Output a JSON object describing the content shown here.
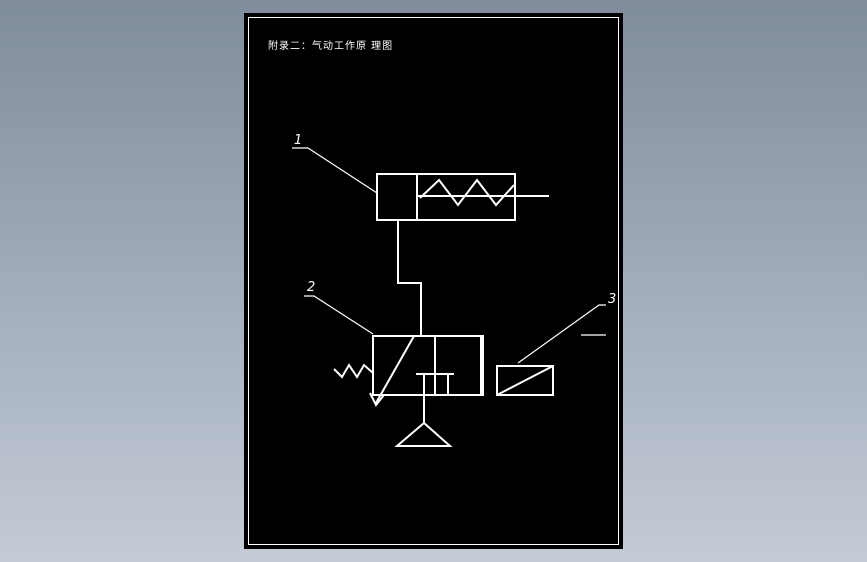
{
  "title": "附录二：气动工作原 理图",
  "callouts": {
    "c1": "1",
    "c2": "2",
    "c3": "3"
  },
  "colors": {
    "background": "#000000",
    "lines": "#ffffff",
    "viewport": "#8f9baa"
  }
}
